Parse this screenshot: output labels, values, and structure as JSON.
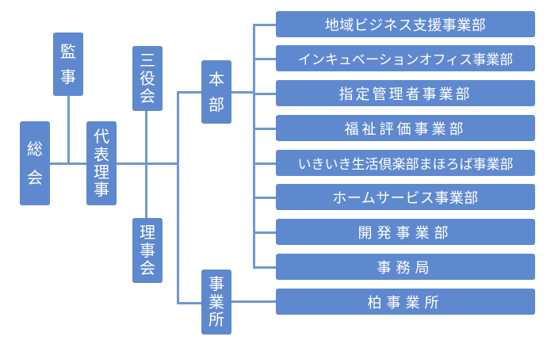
{
  "org_chart": {
    "general_meeting": [
      "総",
      "会"
    ],
    "auditor": [
      "監",
      "事"
    ],
    "representative_director": [
      "代",
      "表",
      "理",
      "事"
    ],
    "tripartite_meeting": [
      "三",
      "役",
      "会"
    ],
    "board_meeting": [
      "理",
      "事",
      "会"
    ],
    "headquarters": [
      "本",
      "部"
    ],
    "business_office_group": [
      "事",
      "業",
      "所"
    ],
    "departments": [
      "地域ビジネス支援事業部",
      "インキュベーションオフィス事業部",
      "指定管理者事業部",
      "福祉評価事業部",
      "いきいき生活倶楽部まほろば事業部",
      "ホームサービス事業部",
      "開発事業部",
      "事務局"
    ],
    "business_offices": [
      "柏事業所"
    ]
  }
}
